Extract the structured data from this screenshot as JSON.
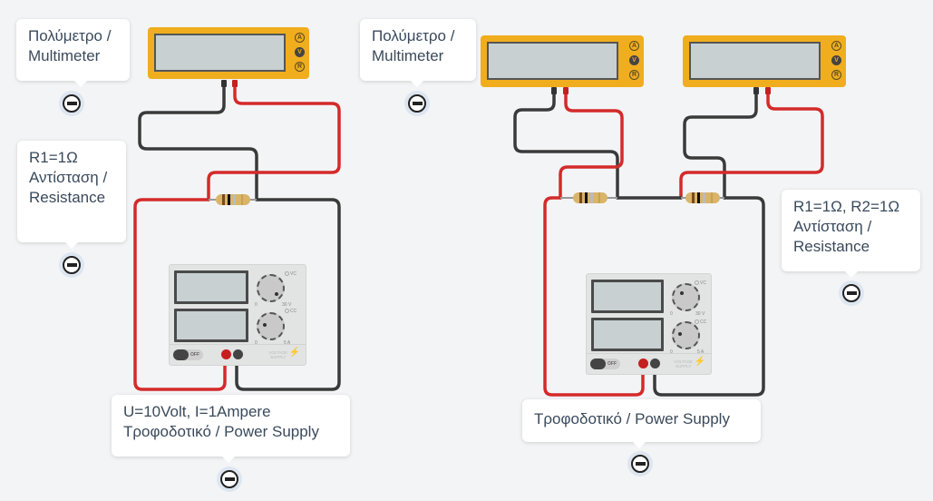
{
  "circuits": [
    {
      "id": "left",
      "multimeter_note": "Πολύμετρο / Multimeter",
      "multimeter_note_lines": [
        "Πολύμετρο /",
        "Multimeter"
      ],
      "resistor_note_lines": [
        "R1=1Ω",
        "Αντίσταση /",
        "Resistance"
      ],
      "psu_note_lines": [
        "U=10Volt, I=1Ampere",
        "Τροφοδοτικό / Power Supply"
      ],
      "multimeters": [
        {
          "mode": "V"
        }
      ],
      "resistors": [
        {
          "name": "R1",
          "value_ohm": 1
        }
      ],
      "power_supply": {
        "voltage_volt": 10,
        "current_ampere": 1,
        "switch": "OFF"
      }
    },
    {
      "id": "right",
      "multimeter_note_lines": [
        "Πολύμετρο /",
        "Multimeter"
      ],
      "resistor_note_lines": [
        "R1=1Ω, R2=1Ω",
        "Αντίσταση /",
        "Resistance"
      ],
      "psu_note_lines": [
        "Τροφοδοτικό / Power Supply"
      ],
      "multimeters": [
        {
          "mode": "V"
        },
        {
          "mode": "V"
        }
      ],
      "resistors": [
        {
          "name": "R1",
          "value_ohm": 1
        },
        {
          "name": "R2",
          "value_ohm": 1
        }
      ],
      "power_supply": {
        "switch": "OFF"
      }
    }
  ],
  "multimeter_buttons": [
    "A",
    "V",
    "R"
  ],
  "psu_labels": {
    "voltage_min": "0",
    "voltage_max": "30 V",
    "cv": "VC",
    "current_min": "0",
    "current_max": "5 A",
    "cc": "CC",
    "switch": "OFF",
    "brand_line1": "VOLTAGE",
    "brand_line2": "SUPPLY"
  },
  "icons": {
    "collapse": "collapse-minus-icon",
    "bolt": "lightning-bolt-icon"
  },
  "colors": {
    "background": "#f3f4f6",
    "wire_red": "#d42a2a",
    "wire_black": "#3a3a3a",
    "multimeter_body": "#f0ad1e",
    "note_text": "#3a4a5c"
  }
}
